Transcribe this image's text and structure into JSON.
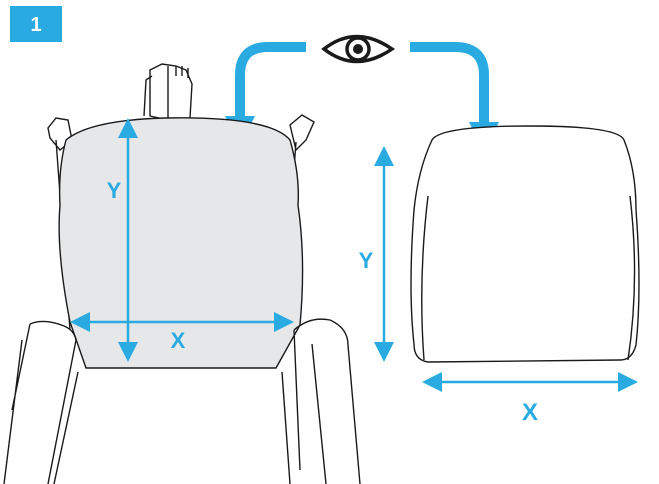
{
  "step": {
    "number": "1"
  },
  "left_figure": {
    "y_label": "Y",
    "x_label": "X"
  },
  "right_figure": {
    "y_label": "Y",
    "x_label": "X"
  },
  "icons": {
    "eye": "eye-icon"
  },
  "colors": {
    "accent": "#29abe2",
    "outline": "#1a1a1a",
    "cushion_fill": "#e6e7e8",
    "badge_text": "#ffffff"
  }
}
